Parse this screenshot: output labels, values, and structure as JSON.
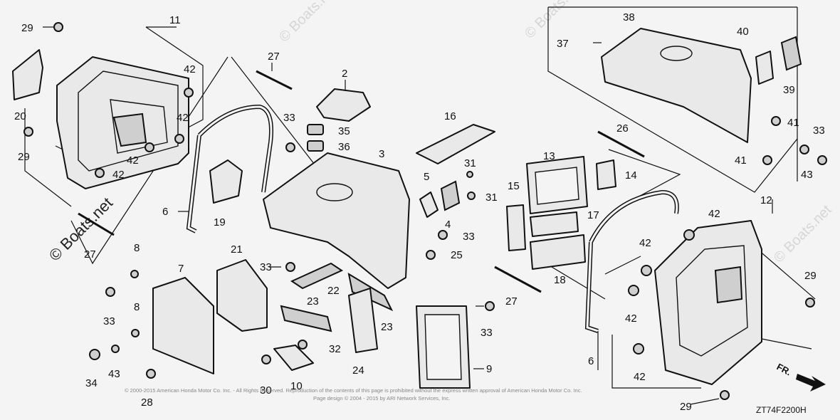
{
  "callouts": {
    "c2": "2",
    "c3": "3",
    "c4": "4",
    "c5": "5",
    "c6a": "6",
    "c6b": "6",
    "c7": "7",
    "c8a": "8",
    "c8b": "8",
    "c9": "9",
    "c10": "10",
    "c11": "11",
    "c12": "12",
    "c13": "13",
    "c14": "14",
    "c15": "15",
    "c16": "16",
    "c17": "17",
    "c18": "18",
    "c19": "19",
    "c20": "20",
    "c21": "21",
    "c22": "22",
    "c23a": "23",
    "c23b": "23",
    "c24": "24",
    "c25": "25",
    "c26": "26",
    "c27a": "27",
    "c27b": "27",
    "c27c": "27",
    "c28": "28",
    "c29a": "29",
    "c29b": "29",
    "c29c": "29",
    "c29d": "29",
    "c30": "30",
    "c31a": "31",
    "c31b": "31",
    "c32": "32",
    "c33a": "33",
    "c33b": "33",
    "c33c": "33",
    "c33d": "33",
    "c33e": "33",
    "c33f": "33",
    "c34": "34",
    "c35": "35",
    "c36": "36",
    "c37": "37",
    "c38": "38",
    "c39": "39",
    "c40": "40",
    "c41a": "41",
    "c41b": "41",
    "c42a": "42",
    "c42b": "42",
    "c42c": "42",
    "c42d": "42",
    "c42e": "42",
    "c42f": "42",
    "c42g": "42",
    "c42h": "42",
    "c43a": "43",
    "c43b": "43"
  },
  "diagram_code": "ZT74F2200H",
  "front_indicator": "FR.",
  "watermarks": {
    "left": "© Boats.net",
    "faint": "© Boats.net"
  },
  "copyright_line1": "© 2000-2015 American Honda Motor Co. Inc. - All Rights Reserved. Reproduction of the contents of this page is prohibited without the express written approval of American Honda Motor Co. Inc.",
  "copyright_line2": "Page design © 2004 - 2015 by ARI Network Services, Inc."
}
